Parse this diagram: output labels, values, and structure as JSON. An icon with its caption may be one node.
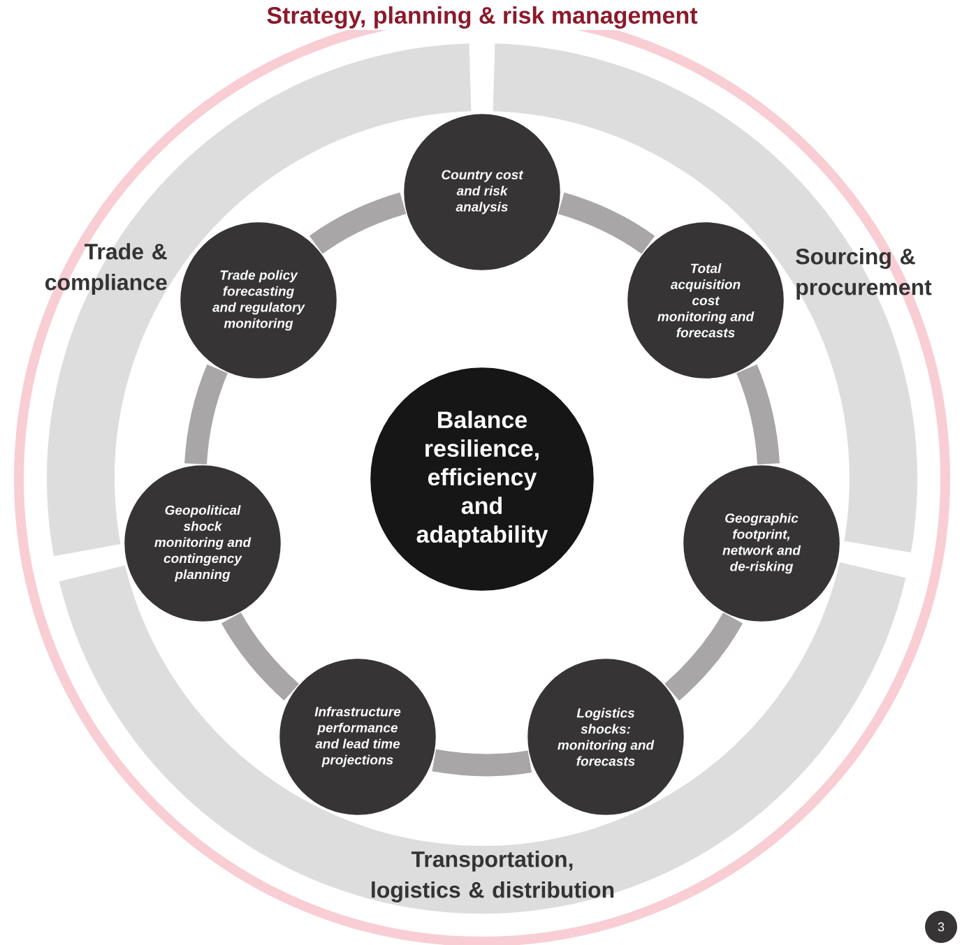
{
  "diagram": {
    "nodes": [
      {
        "text": [
          "Strategy, planning & risk management"
        ]
      },
      {
        "text": [
          "Trade & compliance"
        ],
        "in": 0
      },
      {
        "text": [
          "Sourcing & procurement"
        ],
        "in": 0
      },
      {
        "text": [
          "Transportation, logistics & distribution"
        ],
        "in": 0
      },
      {
        "text": [
          "Country cost and risk analysis"
        ],
        "in": 0
      },
      {
        "text": [
          "Trade policy forecasting and regulatory monitoring"
        ],
        "in": 0
      },
      {
        "text": [
          "Total acquisition cost monitoring and forecasts"
        ],
        "in": 0
      },
      {
        "text": [
          "Balance resilience, efficiency and adaptability"
        ],
        "in": 0
      },
      {
        "text": [
          "Geopolitical shock monitoring and contingency planning"
        ],
        "in": 0
      },
      {
        "text": [
          "Geographic footprint, network and de-risking"
        ],
        "in": 0
      },
      {
        "text": [
          "Infrastructure performance and lead time projections"
        ],
        "in": 0
      },
      {
        "text": [
          "Logistics shocks: monitoring and forecasts"
        ],
        "in": 0
      },
      {
        "text": [
          "3"
        ]
      }
    ],
    "edges": [
      {
        "from": 4,
        "to": 6,
        "arrow": "none"
      },
      {
        "from": 6,
        "to": 9,
        "arrow": "none"
      },
      {
        "from": 9,
        "to": 11,
        "arrow": "none"
      },
      {
        "from": 11,
        "to": 10,
        "arrow": "none"
      },
      {
        "from": 10,
        "to": 8,
        "arrow": "none"
      },
      {
        "from": 8,
        "to": 5,
        "arrow": "none"
      },
      {
        "from": 5,
        "to": 4,
        "arrow": "none"
      }
    ]
  }
}
